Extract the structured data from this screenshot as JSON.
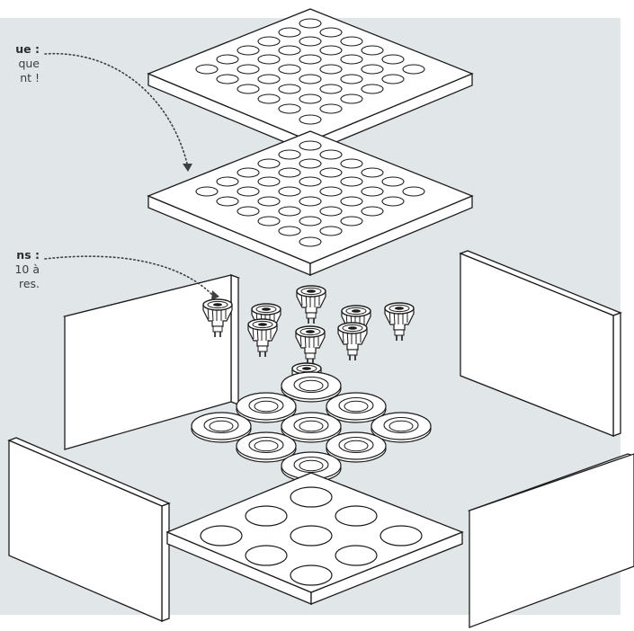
{
  "annotations": [
    {
      "heading": "ue :",
      "lines": [
        "que",
        "nt !"
      ]
    },
    {
      "heading": "ns :",
      "lines": [
        "10 à",
        "res."
      ]
    }
  ],
  "colors": {
    "background_panel": "#e1e6e8",
    "line": "#1c1c1c",
    "fill": "#ffffff",
    "arrow": "#3d3f41"
  }
}
